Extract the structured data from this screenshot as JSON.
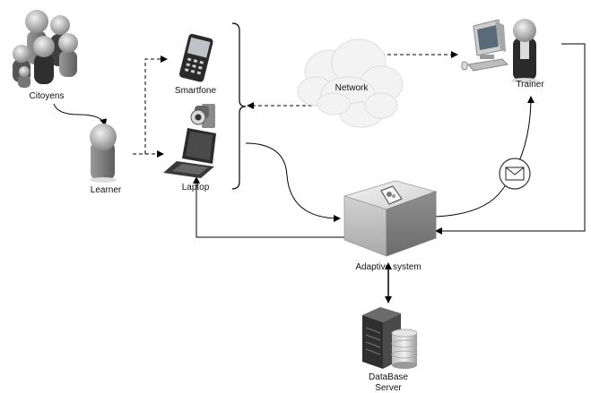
{
  "nodes": {
    "citoyens": "Citoyens",
    "learner": "Learner",
    "smartphone": "Smartfone",
    "laptop": "Laptop",
    "network": "Network",
    "trainer": "Trainer",
    "adaptive_system": "Adaptive system",
    "database_line1": "DataBase",
    "database_line2": "Server"
  },
  "icons": {
    "people_group": "people-group-icon",
    "learner": "person-icon",
    "smartphone": "smartphone-icon",
    "camera": "webcam-icon",
    "laptop": "laptop-icon",
    "cloud": "cloud-icon",
    "computer": "desktop-computer-icon",
    "trainer": "person-icon",
    "message": "envelope-icon",
    "system_box": "cube-icon",
    "server": "database-server-icon"
  }
}
